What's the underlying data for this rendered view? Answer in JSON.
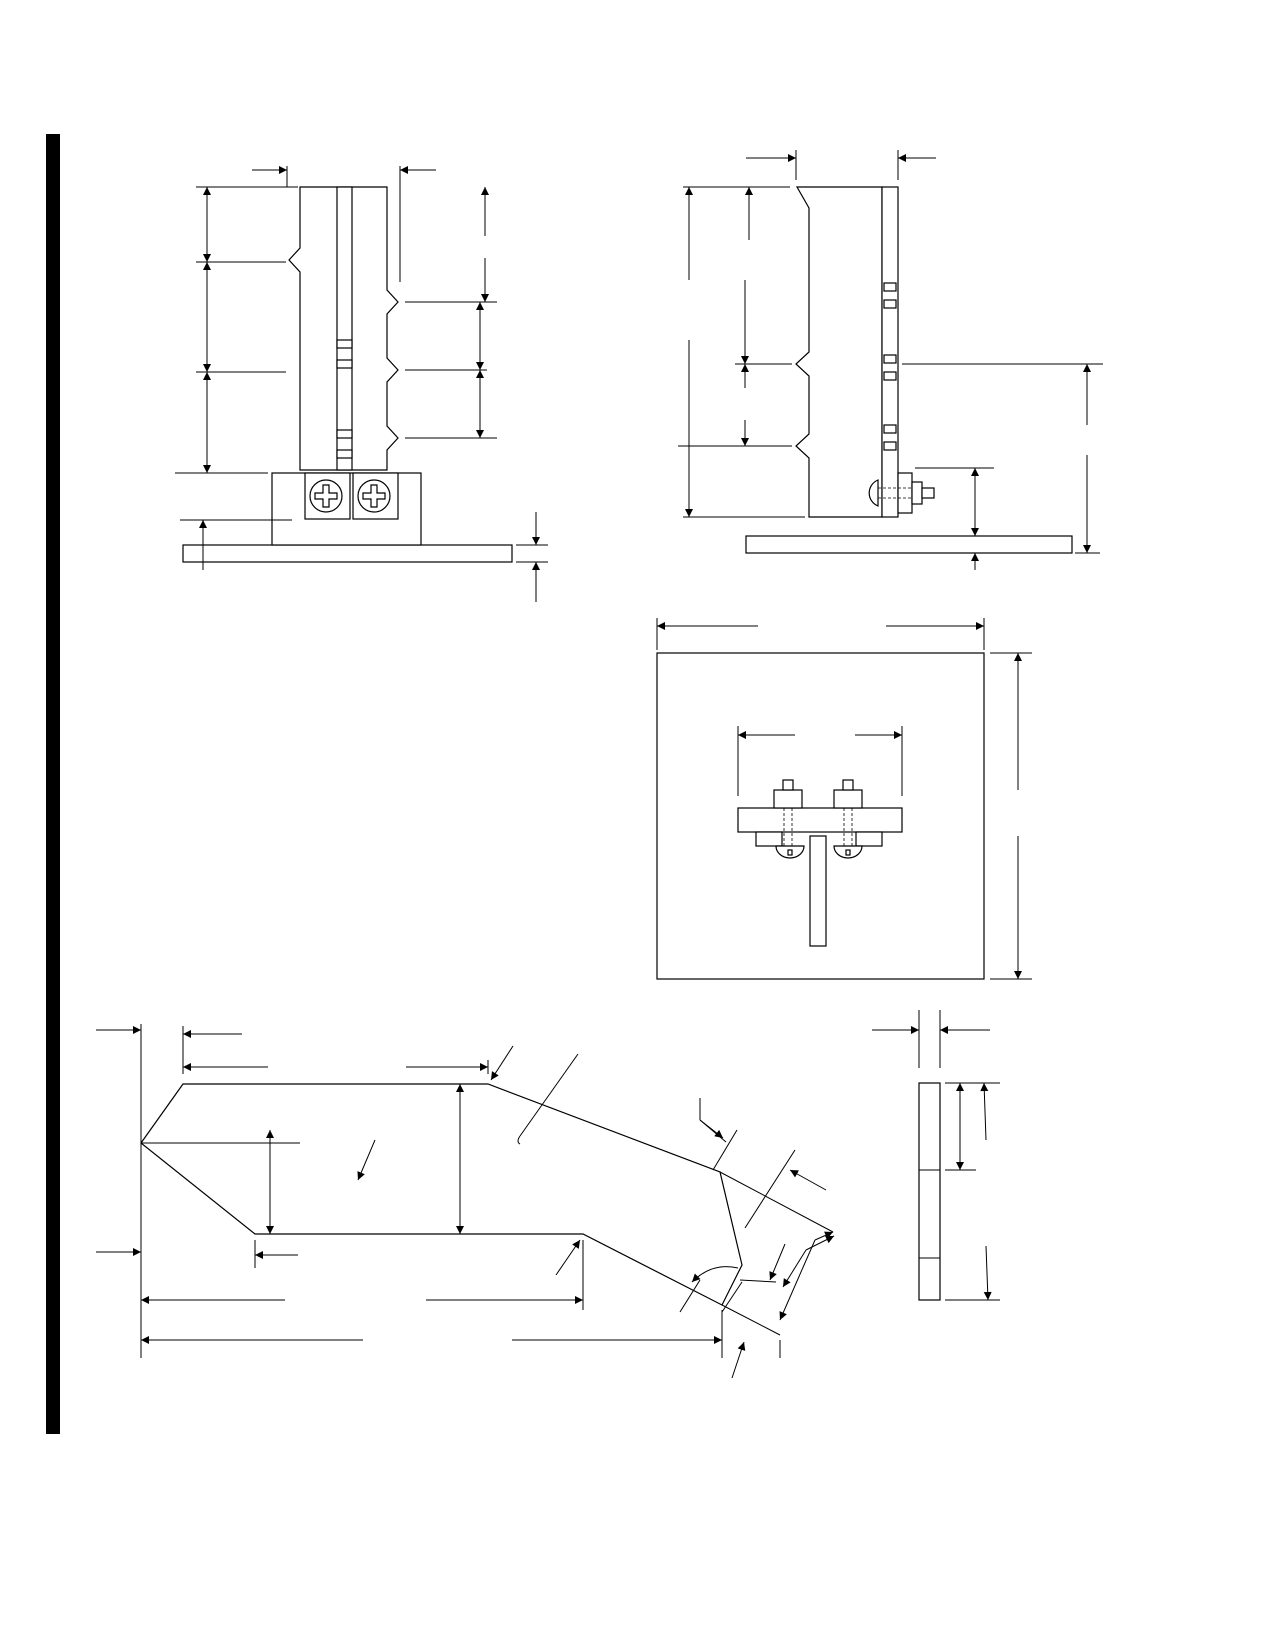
{
  "drawing": {
    "views": [
      "front-view",
      "side-view",
      "top-view",
      "flat-pattern",
      "edge-view"
    ],
    "annotations": []
  }
}
